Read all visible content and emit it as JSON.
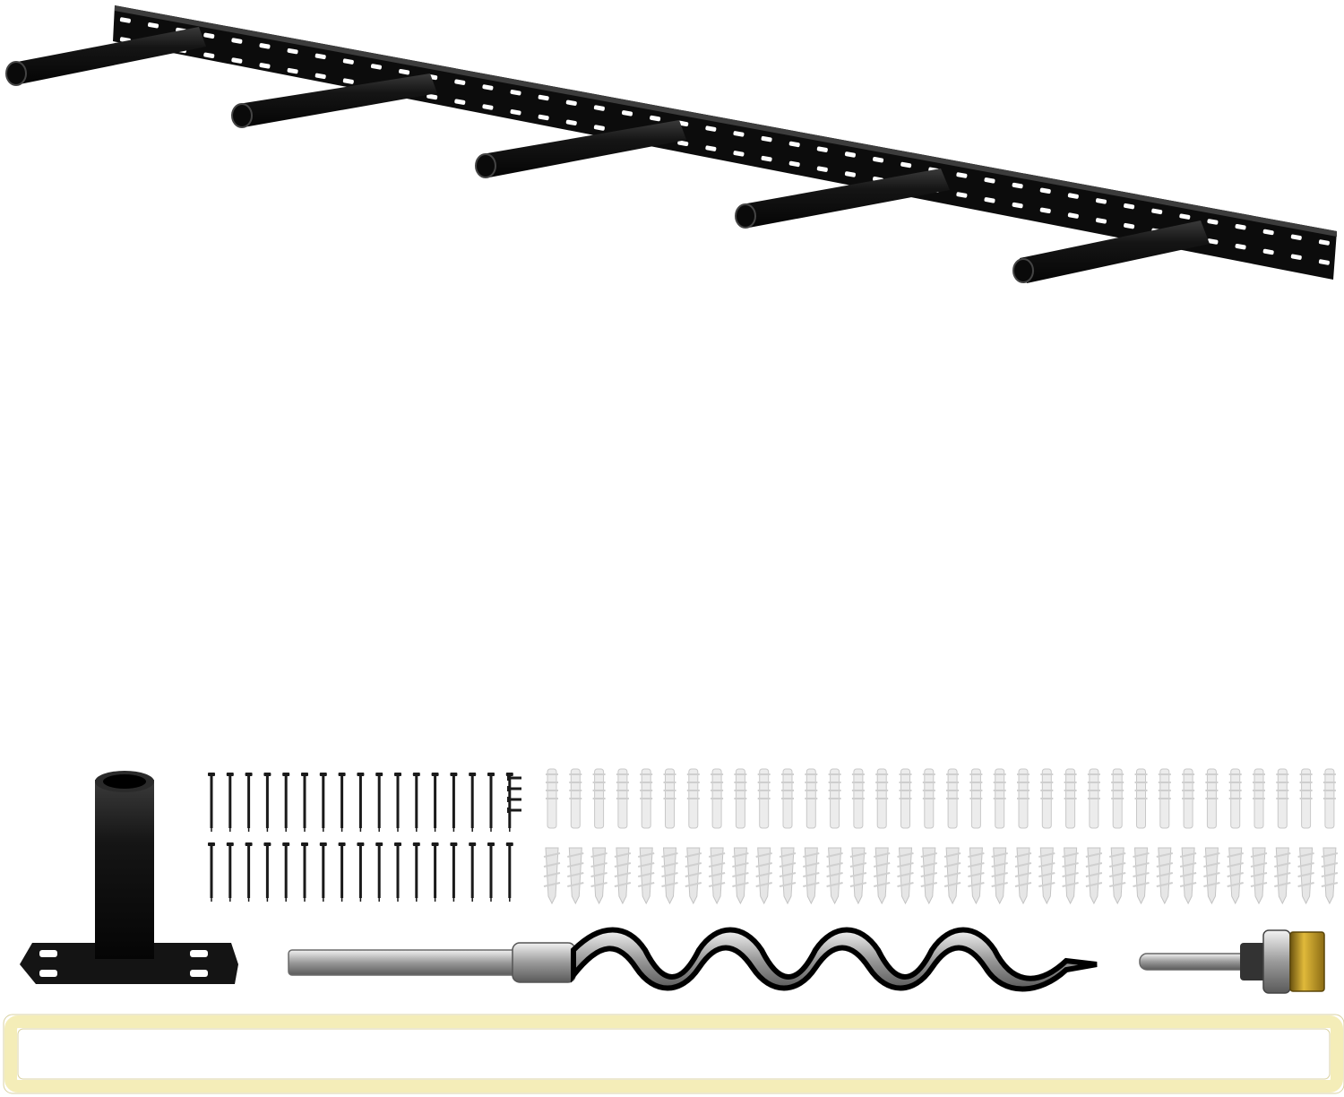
{
  "image": {
    "kind": "product photo",
    "background_color": "#ffffff"
  },
  "items": {
    "bracket": {
      "name": "floating-shelf-bracket",
      "rod_count": 5,
      "color": "#0c0c0c"
    },
    "mounting_plate": {
      "name": "single-mounting-plate-with-sleeve",
      "color": "#111111"
    },
    "screws": {
      "name": "screws",
      "rows": 2,
      "per_row": 17,
      "color": "#1a1a1a"
    },
    "anchors_top": {
      "name": "plastic-wall-anchors",
      "count": 34,
      "color": "#ececec"
    },
    "anchors_bottom": {
      "name": "self-drilling-drywall-anchors",
      "count": 34,
      "color": "#e6e6e6"
    },
    "auger_bit": {
      "name": "auger-drill-bit",
      "color": "#8f8f8f"
    },
    "forstner_bit": {
      "name": "forstner-bit",
      "color": "#c9a227"
    },
    "template": {
      "name": "drilling-template",
      "color": "#f4edb8"
    }
  }
}
